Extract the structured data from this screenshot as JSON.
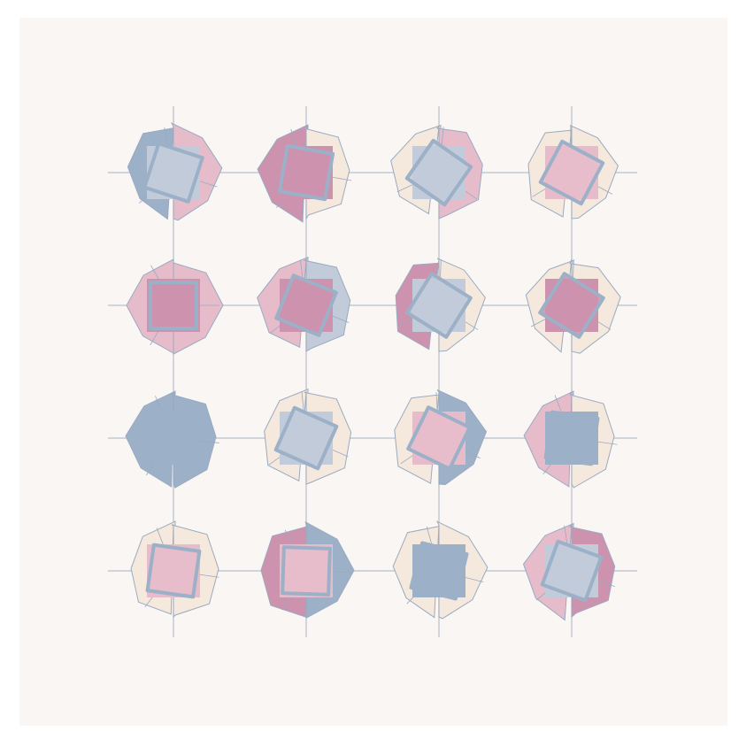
{
  "palette": {
    "page_background": "#ffffff",
    "panel_background": "#faf6f4",
    "grid_line": "#b7bfcc",
    "outline": "#9aaac0",
    "cream": "#f5e8dc",
    "light_pink": "#e6bccb",
    "rose": "#cc92ae",
    "slate_blue": "#9cb0c8",
    "pale_blue": "#c2cbd9"
  },
  "cells": [
    {
      "row": 0,
      "col": 0,
      "back_left": "slate_blue",
      "back_right": "light_pink",
      "square": "pale_blue",
      "front": "pale_blue",
      "tilt": 18
    },
    {
      "row": 0,
      "col": 1,
      "back_left": "rose",
      "back_right": "cream",
      "square": "rose",
      "front": "rose",
      "tilt": 10
    },
    {
      "row": 0,
      "col": 2,
      "back_left": "cream",
      "back_right": "light_pink",
      "square": "pale_blue",
      "front": "pale_blue",
      "tilt": 35
    },
    {
      "row": 0,
      "col": 3,
      "back_left": "cream",
      "back_right": "cream",
      "square": "light_pink",
      "front": "light_pink",
      "tilt": 28
    },
    {
      "row": 1,
      "col": 0,
      "back_left": "light_pink",
      "back_right": "light_pink",
      "square": "rose",
      "front": "rose",
      "tilt": 0
    },
    {
      "row": 1,
      "col": 1,
      "back_left": "light_pink",
      "back_right": "pale_blue",
      "square": "rose",
      "front": "rose",
      "tilt": 22
    },
    {
      "row": 1,
      "col": 2,
      "back_left": "rose",
      "back_right": "cream",
      "square": "pale_blue",
      "front": "pale_blue",
      "tilt": 32
    },
    {
      "row": 1,
      "col": 3,
      "back_left": "cream",
      "back_right": "cream",
      "square": "rose",
      "front": "rose",
      "tilt": 32
    },
    {
      "row": 2,
      "col": 0,
      "back_left": "slate_blue",
      "back_right": "slate_blue",
      "square": "slate_blue",
      "front": "slate_blue",
      "tilt": 6
    },
    {
      "row": 2,
      "col": 1,
      "back_left": "cream",
      "back_right": "cream",
      "square": "pale_blue",
      "front": "pale_blue",
      "tilt": 24
    },
    {
      "row": 2,
      "col": 2,
      "back_left": "cream",
      "back_right": "slate_blue",
      "square": "light_pink",
      "front": "light_pink",
      "tilt": 26
    },
    {
      "row": 2,
      "col": 3,
      "back_left": "light_pink",
      "back_right": "cream",
      "square": "slate_blue",
      "front": "slate_blue",
      "tilt": 8
    },
    {
      "row": 3,
      "col": 0,
      "back_left": "cream",
      "back_right": "cream",
      "square": "light_pink",
      "front": "light_pink",
      "tilt": 8
    },
    {
      "row": 3,
      "col": 1,
      "back_left": "rose",
      "back_right": "slate_blue",
      "square": "light_pink",
      "front": "light_pink",
      "tilt": 2
    },
    {
      "row": 3,
      "col": 2,
      "back_left": "cream",
      "back_right": "cream",
      "square": "slate_blue",
      "front": "slate_blue",
      "tilt": 14
    },
    {
      "row": 3,
      "col": 3,
      "back_left": "light_pink",
      "back_right": "rose",
      "square": "pale_blue",
      "front": "pale_blue",
      "tilt": 20
    }
  ]
}
